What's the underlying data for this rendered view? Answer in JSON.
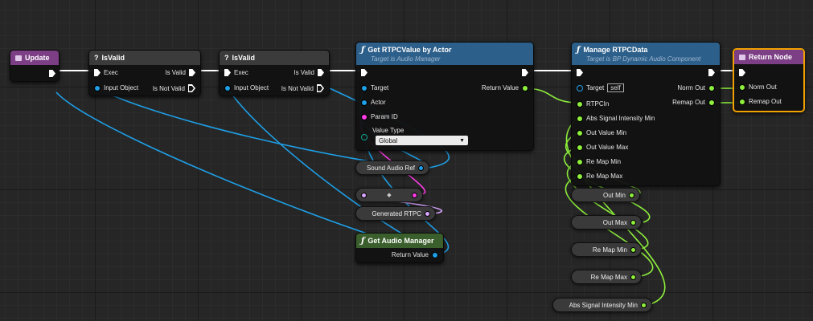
{
  "colors": {
    "event_header": "#7c3f86",
    "branch_header": "#3b3b3b",
    "function_header": "#2c5f8a",
    "pure_function_header": "#3b5f2c",
    "exec_wire": "#ffffff",
    "object_wire": "#1e9fe6",
    "float_wire": "#8ef03c",
    "name_wire": "#ff3de8",
    "selected_outline": "#f2a000"
  },
  "nodes": {
    "update": {
      "title": "Update",
      "icon": "event-icon"
    },
    "isvalid1": {
      "title": "IsValid",
      "icon": "question-icon",
      "exec_in": "Exec",
      "is_valid": "Is Valid",
      "input_object": "Input Object",
      "is_not_valid": "Is Not Valid"
    },
    "isvalid2": {
      "title": "IsValid",
      "icon": "question-icon",
      "exec_in": "Exec",
      "is_valid": "Is Valid",
      "input_object": "Input Object",
      "is_not_valid": "Is Not Valid"
    },
    "get_rtpc": {
      "title": "Get RTPCValue by Actor",
      "subtitle": "Target is Audio Manager",
      "target": "Target",
      "actor": "Actor",
      "param_id": "Param ID",
      "value_type": "Value Type",
      "value_type_selected": "Global",
      "return_value": "Return Value"
    },
    "manage_rtpc": {
      "title": "Manage RTPCData",
      "subtitle": "Target is BP Dynamic Audio Component",
      "target": "Target",
      "self_label": "self",
      "rtpcin": "RTPCIn",
      "abs_min": "Abs Signal Intensity Min",
      "out_min": "Out Value Min",
      "out_max": "Out Value Max",
      "remap_min": "Re Map Min",
      "remap_max": "Re Map Max",
      "norm_out": "Norm Out",
      "remap_out": "Remap Out"
    },
    "return_node": {
      "title": "Return Node",
      "norm_out": "Norm Out",
      "remap_out": "Remap Out"
    },
    "sound_audio_ref": {
      "label": "Sound Audio Ref"
    },
    "generated_rtpc": {
      "label": "Generated RTPC"
    },
    "get_audio_manager": {
      "title": "Get Audio Manager",
      "return_value": "Return Value"
    },
    "var_out_min": {
      "label": "Out Min"
    },
    "var_out_max": {
      "label": "Out Max"
    },
    "var_remap_min": {
      "label": "Re Map Min"
    },
    "var_remap_max": {
      "label": "Re Map Max"
    },
    "var_abs_min": {
      "label": "Abs Signal Intensity Min"
    },
    "dropdown_arrow": "▼",
    "reroute_symbol": "◆"
  }
}
